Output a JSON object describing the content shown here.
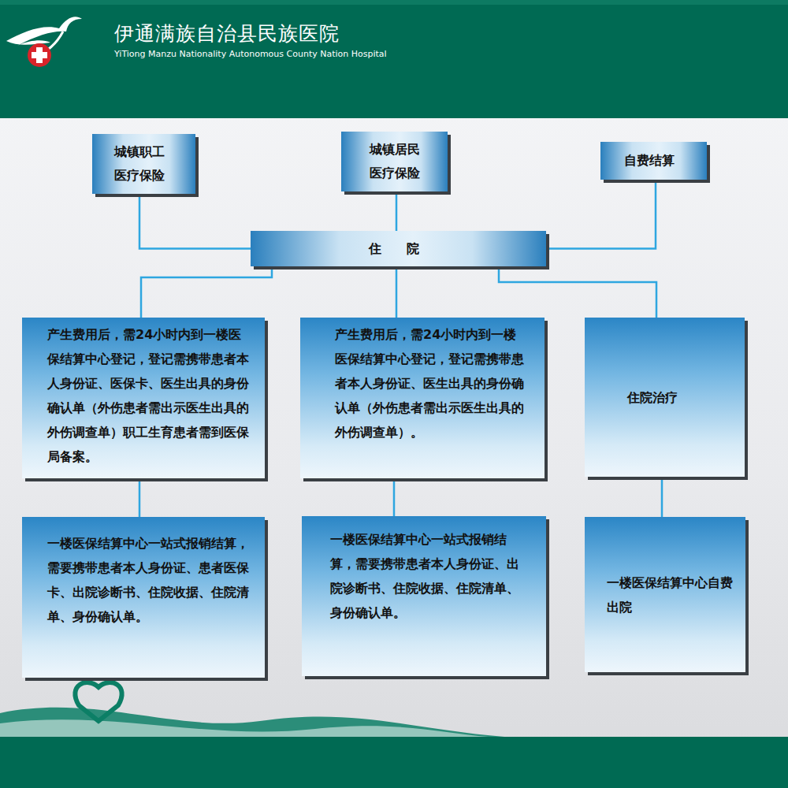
{
  "diagram": {
    "title": "伊通满族自治县民族医院",
    "nodes": [
      {
        "text": [
          "城镇职工 医疗保险"
        ]
      },
      {
        "text": [
          "城镇居民 医疗保险"
        ]
      },
      {
        "text": [
          "自费结算"
        ]
      },
      {
        "text": [
          "住院"
        ]
      },
      {
        "text": [
          "产生费用后，需24小时内到一楼医保结算中心登记，登记需携带患者本人身份证、医保卡、医生出具的身份确认单（外伤患者需出示医生出具的外伤调查单）职工生育患者需到医保局备案。"
        ]
      },
      {
        "text": [
          "产生费用后，需24小时内到一楼医保结算中心登记，登记需携带患者本人身份证、医生出具的身份确认单（外伤患者需出示医生出具的外伤调查单）。"
        ]
      },
      {
        "text": [
          "住院治疗"
        ]
      },
      {
        "text": [
          "一楼医保结算中心一站式报销结算，需要携带患者本人身份证、患者医保卡、出院诊断书、住院收据、住院清单、身份确认单。"
        ]
      },
      {
        "text": [
          "一楼医保结算中心一站式报销结算，需要携带患者本人身份证、出院诊断书、住院收据、住院清单、身份确认单。"
        ]
      },
      {
        "text": [
          "一楼医保结算中心自费出院"
        ]
      }
    ],
    "edges": [
      {
        "from": 0,
        "to": 3,
        "arrow": "none"
      },
      {
        "from": 1,
        "to": 3,
        "arrow": "none"
      },
      {
        "from": 2,
        "to": 3,
        "arrow": "none"
      },
      {
        "from": 3,
        "to": 4,
        "arrow": "none"
      },
      {
        "from": 3,
        "to": 5,
        "arrow": "none"
      },
      {
        "from": 3,
        "to": 6,
        "arrow": "none"
      },
      {
        "from": 4,
        "to": 7,
        "arrow": "none"
      },
      {
        "from": 5,
        "to": 8,
        "arrow": "none"
      },
      {
        "from": 6,
        "to": 9,
        "arrow": "none"
      }
    ],
    "labels": [
      "YiTiong Manzu Nationality Autonomous County Nation Hospital"
    ]
  }
}
